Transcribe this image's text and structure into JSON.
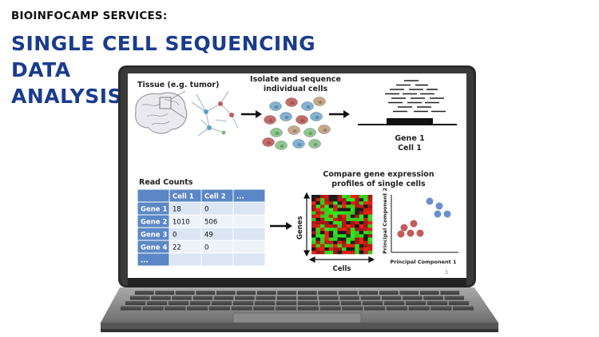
{
  "header": {
    "services_label": "BIOINFOCAMP SERVICES:",
    "title_line1": "SINGLE CELL SEQUENCING DATA",
    "title_line2": "ANALYSIS"
  },
  "diagram": {
    "tissue_label": "Tissue (e.g. tumor)",
    "isolate_label_1": "Isolate and sequence",
    "isolate_label_2": "individual cells",
    "gene_label": "Gene 1",
    "cell_label": "Cell 1",
    "read_counts_title": "Read Counts",
    "table": {
      "headers": [
        "",
        "Cell 1",
        "Cell 2",
        "..."
      ],
      "rows": [
        [
          "Gene 1",
          "18",
          "0",
          ""
        ],
        [
          "Gene 2",
          "1010",
          "506",
          ""
        ],
        [
          "Gene 3",
          "0",
          "49",
          ""
        ],
        [
          "Gene 4",
          "22",
          "0",
          ""
        ],
        [
          "...",
          "",
          "",
          ""
        ]
      ]
    },
    "compare_label_1": "Compare gene expression",
    "compare_label_2": "profiles of single cells",
    "heatmap_y_label": "Genes",
    "heatmap_x_label": "Cells",
    "pca_y_label": "Principal Component 2",
    "pca_x_label": "Principal Component 1",
    "page_number": "3"
  }
}
